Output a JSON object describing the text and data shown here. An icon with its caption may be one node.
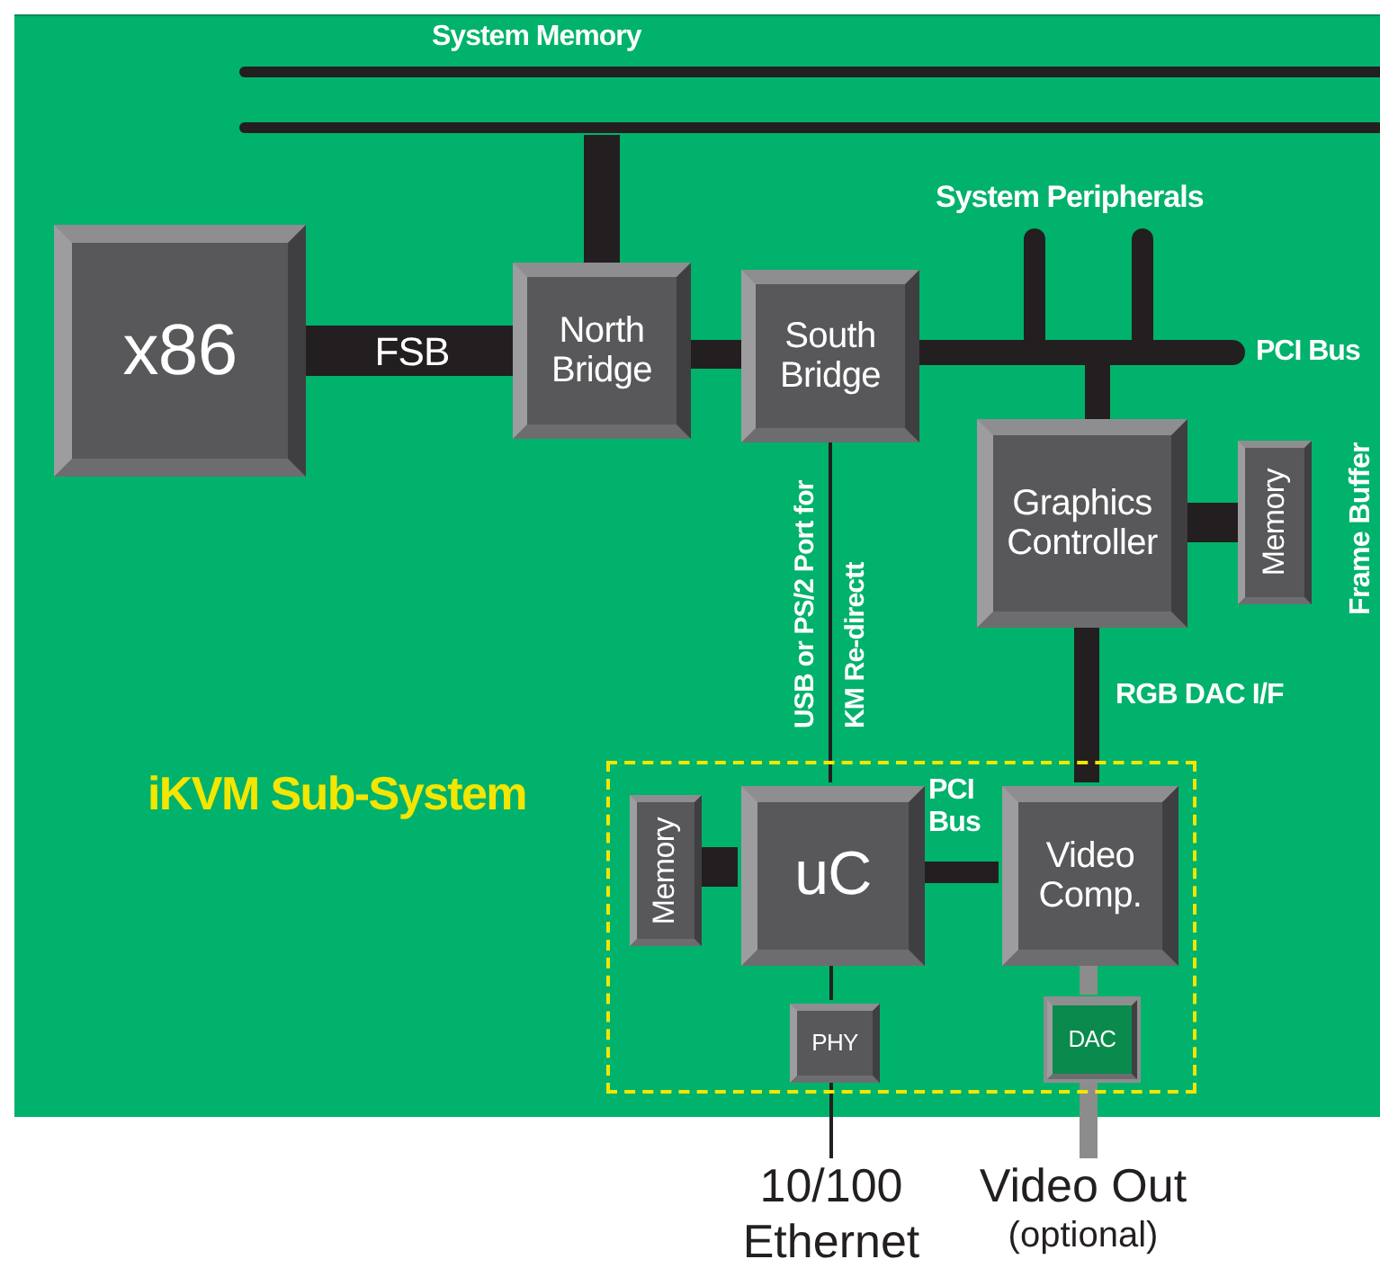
{
  "diagram": {
    "nodes": [
      {
        "text": [],
        "shape": "bar",
        "beside": [
          "System Memory"
        ]
      },
      {
        "text": [
          "x86"
        ]
      },
      {
        "text": [
          "North Bridge"
        ]
      },
      {
        "text": [
          "South Bridge"
        ]
      },
      {
        "text": [],
        "shape": "bar",
        "beside": [
          "PCI Bus"
        ]
      },
      {
        "text": [
          "Graphics Controller"
        ]
      },
      {
        "text": [
          "Memory"
        ],
        "beside": [
          "Frame Buffer"
        ]
      },
      {
        "text": [
          "iKVM Sub-System"
        ]
      },
      {
        "text": [
          "Memory"
        ],
        "in": 7
      },
      {
        "text": [
          "uC"
        ],
        "in": 7
      },
      {
        "text": [
          "Video Comp."
        ],
        "in": 7
      },
      {
        "text": [
          "PHY"
        ],
        "in": 7
      },
      {
        "text": [
          "DAC"
        ],
        "in": 7
      },
      {
        "text": [
          "10/100 Ethernet"
        ]
      },
      {
        "text": [
          "Video Out",
          "(optional)"
        ]
      }
    ],
    "edges": [
      {
        "from": 1,
        "to": 2,
        "arrow": "none",
        "label": "FSB",
        "style": "thick"
      },
      {
        "from": 2,
        "to": 0,
        "arrow": "none"
      },
      {
        "from": 2,
        "to": 3,
        "arrow": "none"
      },
      {
        "from": 3,
        "to": 4,
        "arrow": "none"
      },
      {
        "from": null,
        "to": 4,
        "arrow": "none"
      },
      {
        "from": null,
        "to": 4,
        "arrow": "none"
      },
      {
        "from": 4,
        "to": 5,
        "arrow": "none"
      },
      {
        "from": 5,
        "to": 6,
        "arrow": "none",
        "style": "thick"
      },
      {
        "from": 3,
        "to": 9,
        "arrow": "none",
        "label": "USB or PS/2 Port for KM Re-directt"
      },
      {
        "from": 5,
        "to": 10,
        "arrow": "none",
        "label": "RGB DAC I/F"
      },
      {
        "from": 8,
        "to": 9,
        "arrow": "none",
        "style": "thick"
      },
      {
        "from": 9,
        "to": 10,
        "arrow": "none",
        "label": "PCI Bus"
      },
      {
        "from": 9,
        "to": 11,
        "arrow": "none"
      },
      {
        "from": 11,
        "to": 13,
        "arrow": "none"
      },
      {
        "from": 10,
        "to": 12,
        "arrow": "none",
        "color": "#8c8c8c"
      },
      {
        "from": 12,
        "to": 14,
        "arrow": "none",
        "color": "#8c8c8c"
      }
    ],
    "labels": [
      "System Peripherals"
    ]
  }
}
